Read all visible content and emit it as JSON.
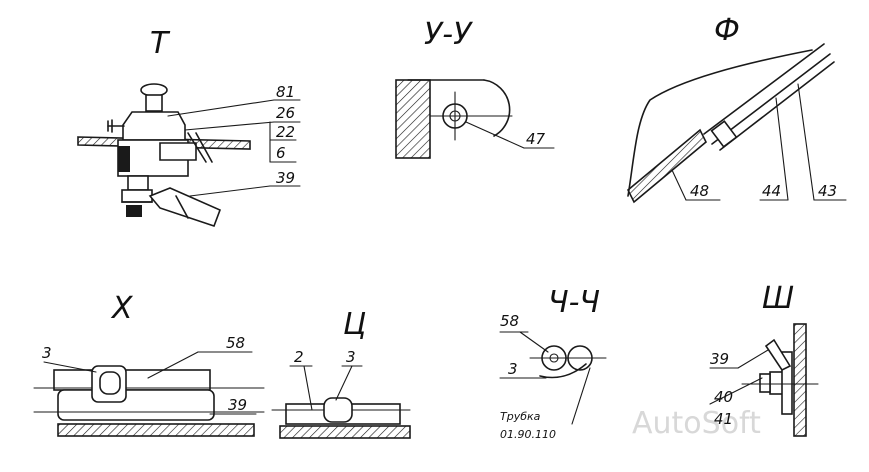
{
  "views": {
    "t": {
      "title": "Т",
      "labels": [
        "81",
        "26",
        "22",
        "6",
        "39"
      ]
    },
    "uu": {
      "title": "У-У",
      "labels": [
        "47"
      ]
    },
    "f": {
      "title": "Ф",
      "labels": [
        "48",
        "44",
        "43"
      ]
    },
    "x": {
      "title": "Х",
      "labels": [
        "3",
        "58",
        "39"
      ]
    },
    "ts": {
      "title": "Ц",
      "labels": [
        "2",
        "3"
      ]
    },
    "ch": {
      "title": "Ч-Ч",
      "labels": [
        "58",
        "3"
      ],
      "note_line1": "Трубка",
      "note_line2": "01.90.110"
    },
    "sh": {
      "title": "Ш",
      "labels": [
        "39",
        "40",
        "41"
      ]
    }
  },
  "watermark": "AutoSoft"
}
